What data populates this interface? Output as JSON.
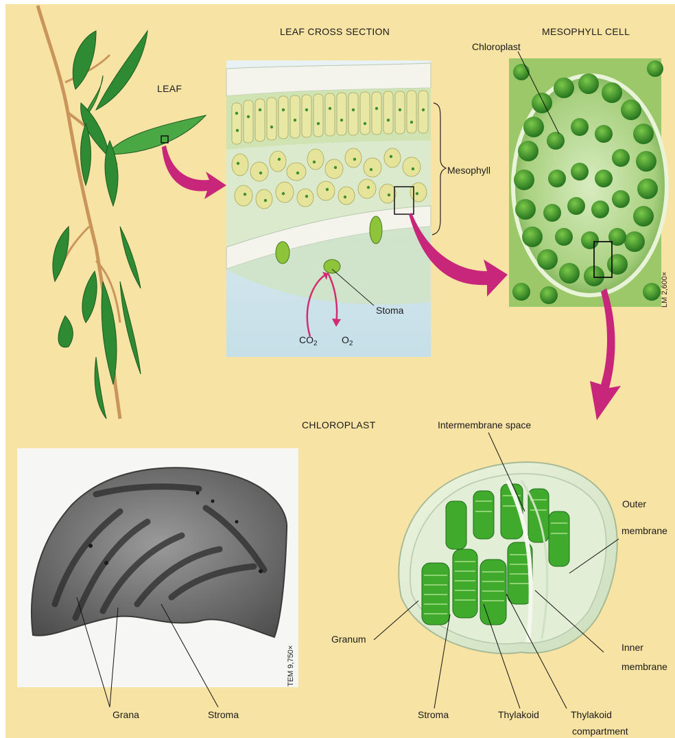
{
  "panels": {
    "leaf": {
      "title": "LEAF"
    },
    "cross_section": {
      "title": "LEAF CROSS SECTION",
      "labels": {
        "mesophyll": "Mesophyll",
        "stoma": "Stoma",
        "co2": "CO",
        "co2_sub": "2",
        "o2": "O",
        "o2_sub": "2"
      }
    },
    "mesophyll_cell": {
      "title": "MESOPHYLL CELL",
      "labels": {
        "chloroplast": "Chloroplast"
      },
      "magnification": "LM 2,600×"
    },
    "chloroplast": {
      "title": "CHLOROPLAST",
      "tem": {
        "labels": {
          "grana": "Grana",
          "stroma": "Stroma"
        },
        "magnification": "TEM 9,750×"
      },
      "diagram": {
        "labels": {
          "intermembrane_space": "Intermembrane space",
          "outer_membrane_1": "Outer",
          "outer_membrane_2": "membrane",
          "granum": "Granum",
          "inner_membrane_1": "Inner",
          "inner_membrane_2": "membrane",
          "stroma": "Stroma",
          "thylakoid": "Thylakoid",
          "thylakoid_compartment_1": "Thylakoid",
          "thylakoid_compartment_2": "compartment"
        }
      }
    }
  },
  "colors": {
    "background": "#f7e3a4",
    "leaf_green": "#2f8a34",
    "arrow_magenta": "#c8267a",
    "chloroplast_green": "#3faa2c",
    "em_gray": "#6c6c6c"
  }
}
